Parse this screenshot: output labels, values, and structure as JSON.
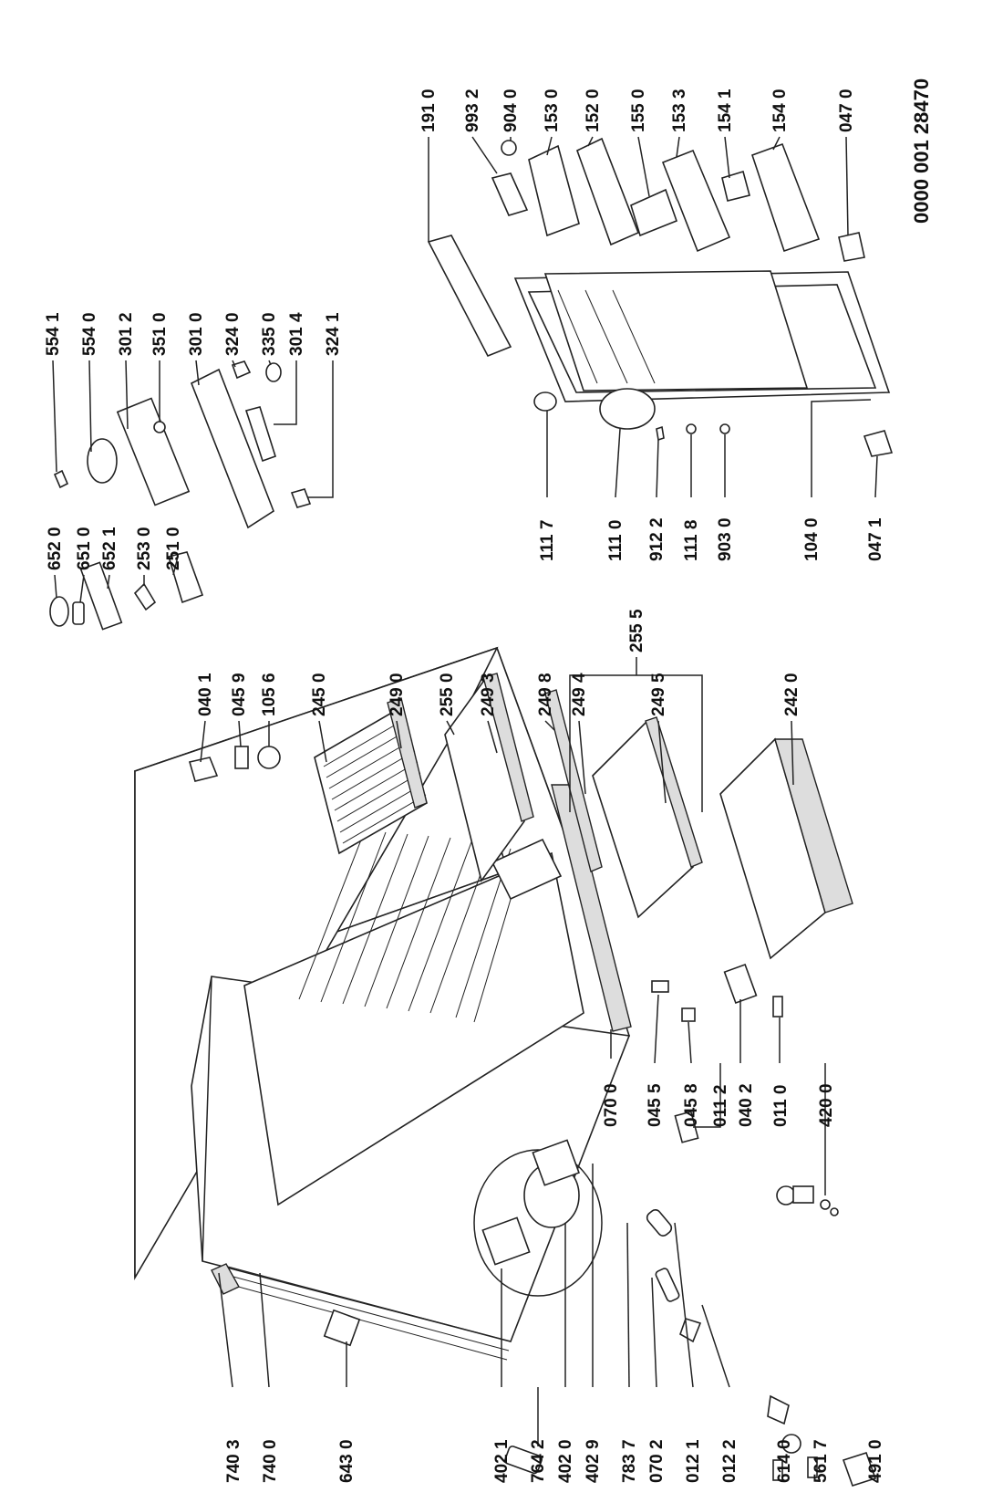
{
  "document_number": "0000 001 28470",
  "labels": {
    "c1": [
      "740 3",
      "740 0",
      "643 0",
      "402 1",
      "764 2",
      "402 0",
      "402 9",
      "783 7",
      "070 2",
      "012 1",
      "012 2",
      "614 0",
      "561 7",
      "491 0"
    ],
    "c2": [
      "070 0",
      "045 5",
      "045 8",
      "011 2",
      "040 2",
      "011 0",
      "420 0"
    ],
    "c3": [
      "040 1",
      "045 9",
      "105 6",
      "245 0",
      "249 0",
      "255 0",
      "249 3",
      "249 8",
      "249 4",
      "249 5",
      "242 0"
    ],
    "c3_group": "255 5",
    "c4": [
      "652 0",
      "651 0",
      "652 1",
      "253 0",
      "251 0"
    ],
    "c5": [
      "554 1",
      "554 0",
      "301 2",
      "351 0",
      "301 0",
      "324 0",
      "335 0",
      "301 4",
      "324 1"
    ],
    "c6": [
      "111 7",
      "111 0",
      "912 2",
      "111 8",
      "903 0",
      "104 0",
      "047 1"
    ],
    "c7": [
      "191 0",
      "993 2",
      "904 0",
      "153 0",
      "152 0",
      "155 0",
      "153 3",
      "154 1",
      "154 0",
      "047 0"
    ]
  }
}
